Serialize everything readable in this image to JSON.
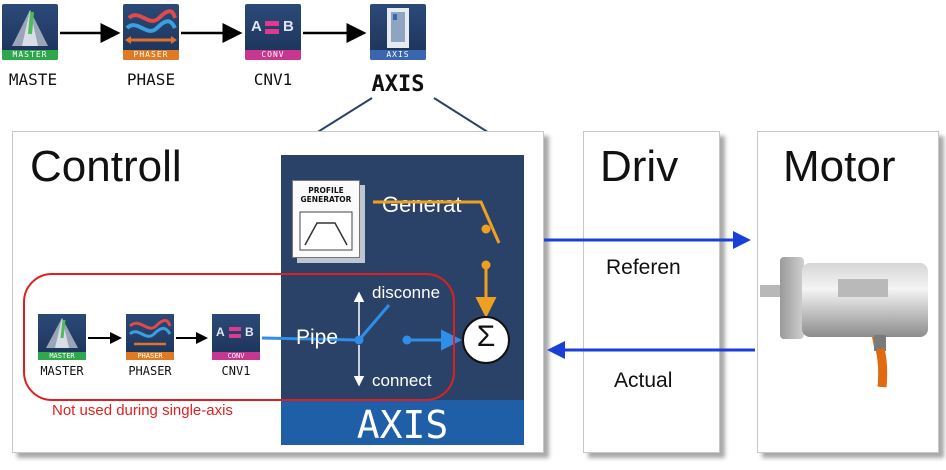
{
  "top_chain": [
    {
      "icon_label": "MASTER",
      "caption": "MASTE",
      "bar_color": "#2ea84a"
    },
    {
      "icon_label": "PHASER",
      "caption": "PHASE",
      "bar_color": "#e07a22"
    },
    {
      "icon_label": "CONV",
      "caption": "CNV1",
      "bar_color": "#c8378f"
    },
    {
      "icon_label": "AXIS",
      "caption": "AXIS",
      "bar_color": "#3a66b0"
    }
  ],
  "conv_glyph": {
    "a": "A",
    "b": "B"
  },
  "panels": {
    "controller": {
      "title": "Controll"
    },
    "drive": {
      "title": "Driv",
      "reference_label": "Referen",
      "actual_label": "Actual"
    },
    "motor": {
      "title": "Motor"
    }
  },
  "axis_block": {
    "profile_generator_text": "PROFILE\nGENERATOR",
    "generator_label": "Generat",
    "pipe_label": "Pipe",
    "disconnect_label": "disconne",
    "connect_label": "connect",
    "sum_symbol": "Σ",
    "footer_label": "AXIS"
  },
  "inner_chain": [
    {
      "icon_label": "MASTER",
      "caption": "MASTER",
      "bar_color": "#2ea84a"
    },
    {
      "icon_label": "PHASER",
      "caption": "PHASER",
      "bar_color": "#e07a22"
    },
    {
      "icon_label": "CONV",
      "caption": "CNV1",
      "bar_color": "#c8378f"
    }
  ],
  "note": "Not used during single-axis",
  "colors": {
    "axis_panel": "#2b4268",
    "axis_footer": "#1e5fa8",
    "signal_blue": "#1a3fd6",
    "pipe_blue": "#2f8ee8",
    "generator_orange": "#f0a020",
    "note_red": "#e02020"
  }
}
